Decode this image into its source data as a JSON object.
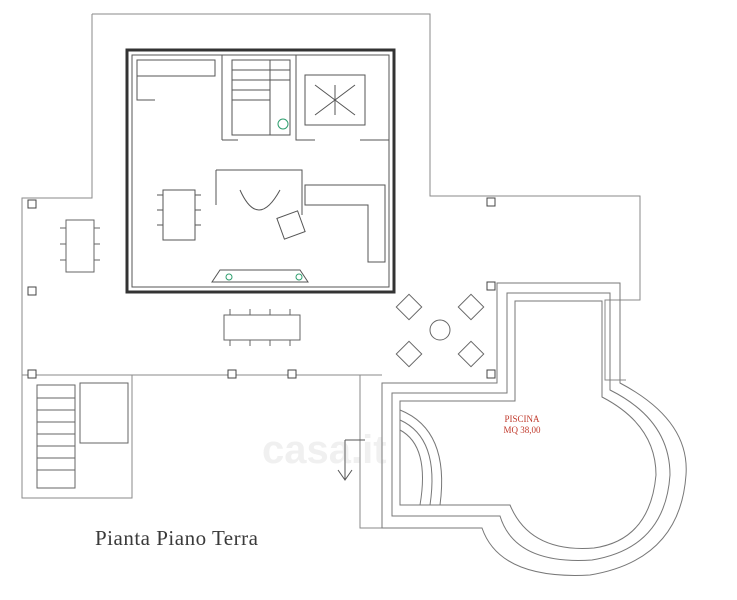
{
  "plan": {
    "title": "Pianta Piano Terra",
    "pool_label": "PISCINA",
    "pool_area": "MQ 38,00",
    "watermark": "casa.it"
  },
  "colors": {
    "line": "#7a7a7a",
    "wall": "#333333",
    "pool_text": "#c0392b",
    "plant": "#2e9e6e"
  }
}
